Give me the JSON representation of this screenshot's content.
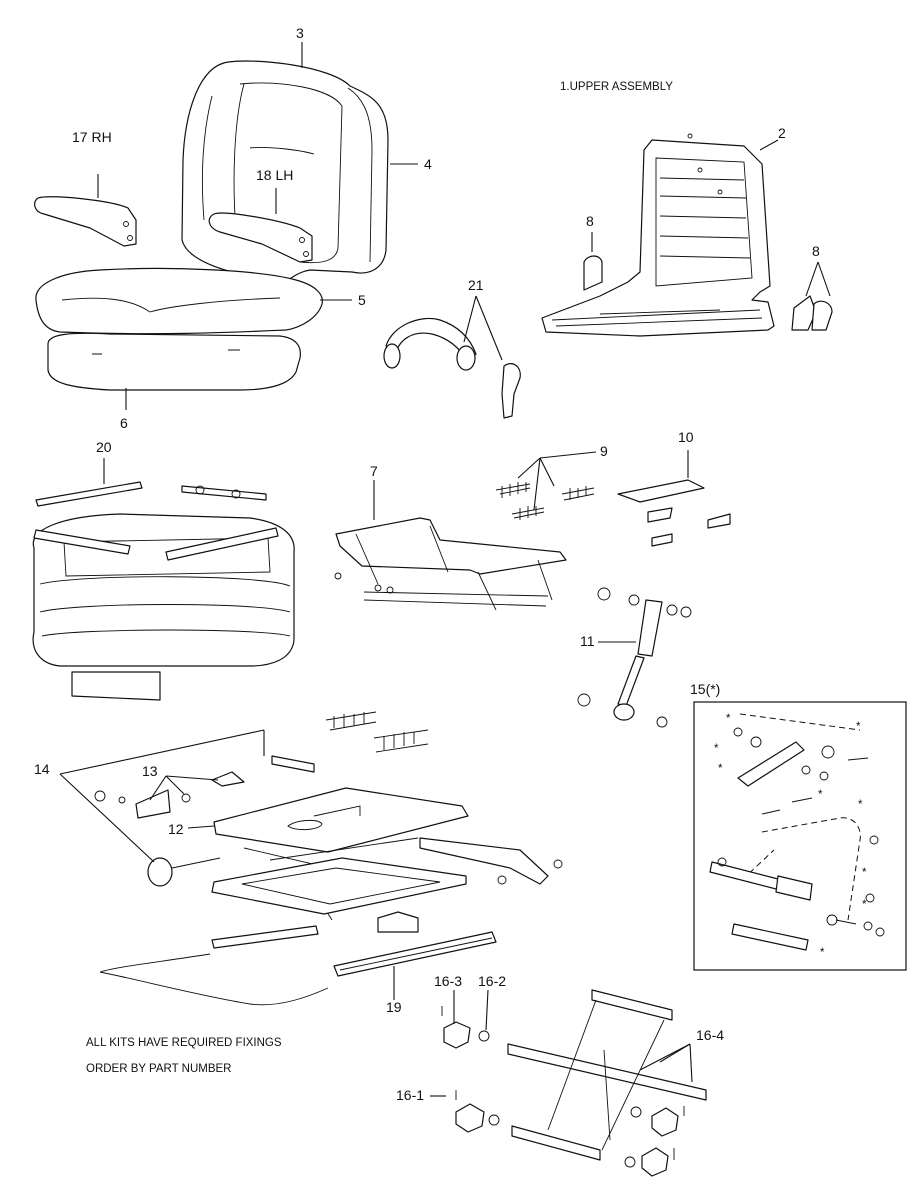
{
  "labels": {
    "upper_assembly": "1.UPPER ASSEMBLY",
    "p2": "2",
    "p3": "3",
    "p4": "4",
    "p5": "5",
    "p6": "6",
    "p7": "7",
    "p8a": "8",
    "p8b": "8",
    "p9": "9",
    "p10": "10",
    "p11": "11",
    "p12": "12",
    "p13": "13",
    "p14": "14",
    "p15": "15(*)",
    "p16_1": "16-1",
    "p16_2": "16-2",
    "p16_3": "16-3",
    "p16_4": "16-4",
    "p17": "17 RH",
    "p18": "18 LH",
    "p19": "19",
    "p20": "20",
    "p21": "21"
  },
  "notes": {
    "line1": "ALL KITS HAVE REQUIRED FIXINGS",
    "line2": "ORDER BY PART NUMBER"
  },
  "stars": [
    "*",
    "*",
    "*",
    "*",
    "*",
    "*",
    "*",
    "*",
    "*"
  ]
}
